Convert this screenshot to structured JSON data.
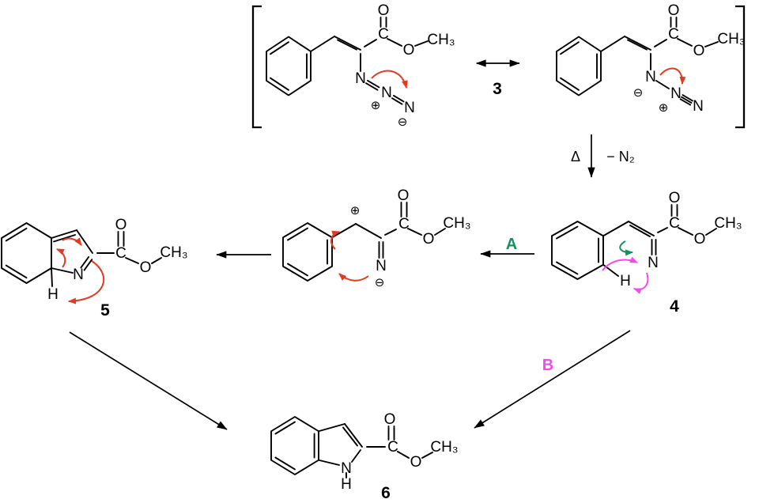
{
  "colors": {
    "bond": "#000000",
    "red": "#e23b21",
    "green": "#12935e",
    "magenta": "#f549ec"
  },
  "symbols": {
    "O": "O",
    "C": "C",
    "N": "N",
    "H": "H",
    "CH3": "CH₃",
    "plus": "⊕",
    "minus": "⊖"
  },
  "labels": {
    "compound3": "3",
    "compound4": "4",
    "compound5": "5",
    "compound6": "6",
    "pathwayA": "A",
    "pathwayB": "B",
    "delta": "Δ",
    "minus_n2": "− N₂"
  }
}
